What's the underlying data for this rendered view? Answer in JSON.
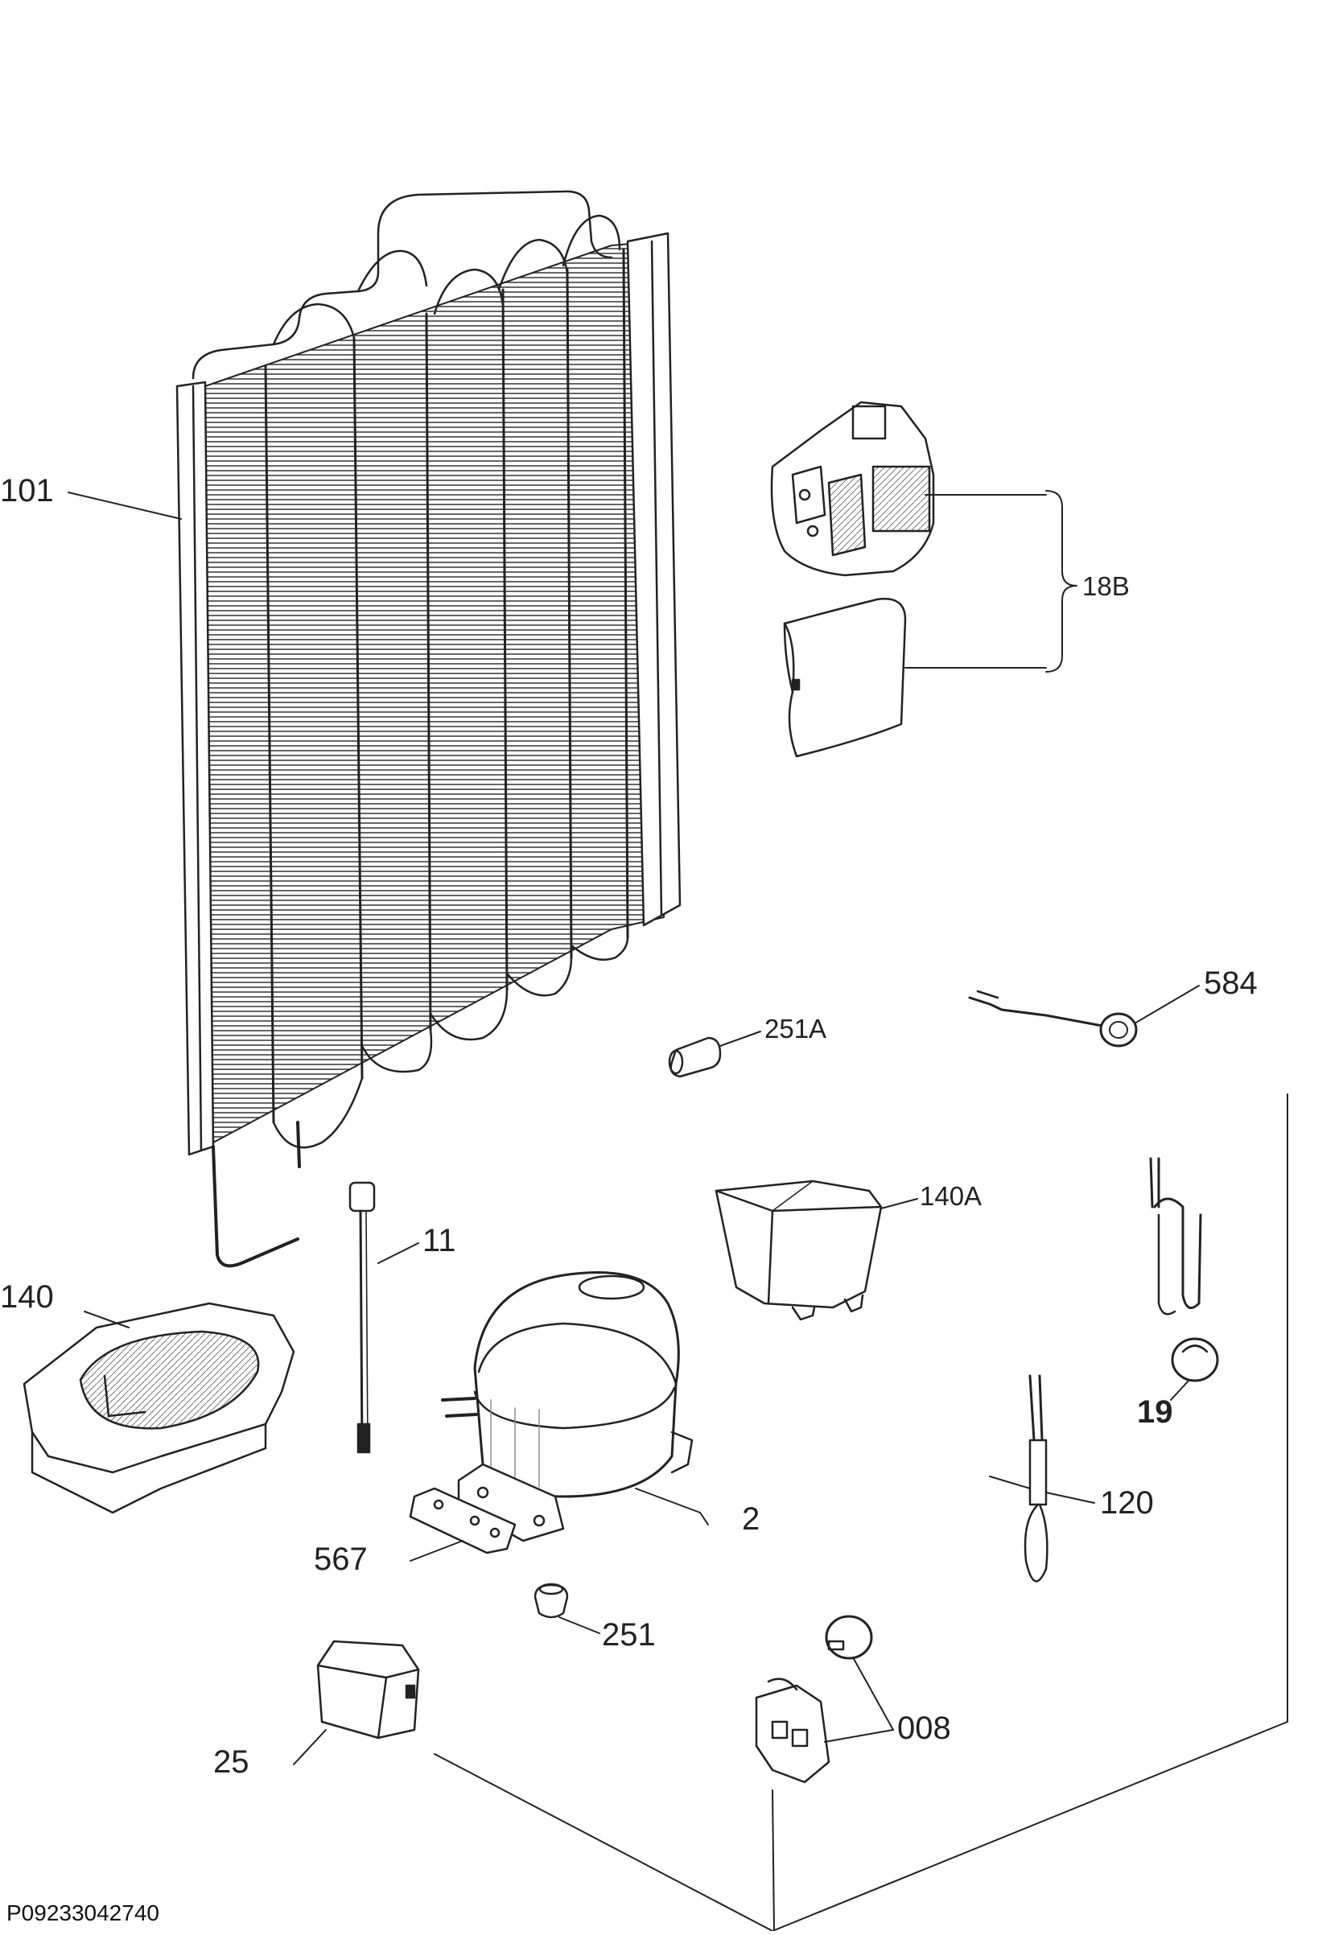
{
  "parts": [
    {
      "id": "p101",
      "label": "101"
    },
    {
      "id": "p18b",
      "label": "18B"
    },
    {
      "id": "p584",
      "label": "584"
    },
    {
      "id": "p251a",
      "label": "251A"
    },
    {
      "id": "p140a",
      "label": "140A"
    },
    {
      "id": "p11",
      "label": "11"
    },
    {
      "id": "p140",
      "label": "140"
    },
    {
      "id": "p19",
      "label": "19"
    },
    {
      "id": "p2",
      "label": "2"
    },
    {
      "id": "p120",
      "label": "120"
    },
    {
      "id": "p567",
      "label": "567"
    },
    {
      "id": "p251",
      "label": "251"
    },
    {
      "id": "p008",
      "label": "008"
    },
    {
      "id": "p25",
      "label": "25"
    }
  ],
  "footer": {
    "code": "P09233042740"
  }
}
